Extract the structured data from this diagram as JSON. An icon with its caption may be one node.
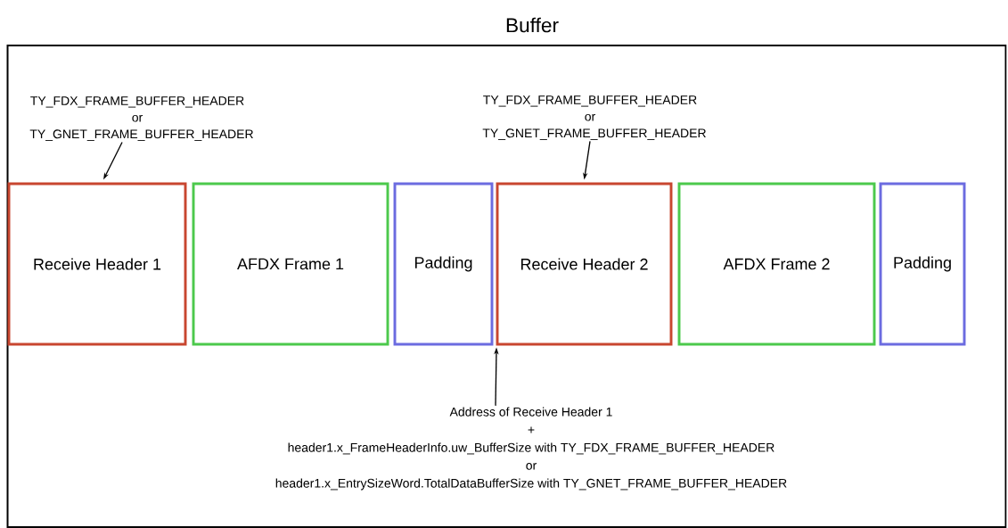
{
  "diagram": {
    "nodes": [
      {
        "text": [
          "Buffer"
        ]
      },
      {
        "text": [
          "TY_FDX_FRAME_BUFFER_HEADER or TY_GNET_FRAME_BUFFER_HEADER"
        ],
        "in": 0
      },
      {
        "text": [
          "TY_FDX_FRAME_BUFFER_HEADER or TY_GNET_FRAME_BUFFER_HEADER"
        ],
        "in": 0
      },
      {
        "text": [
          "Receive Header 1"
        ],
        "in": 0
      },
      {
        "text": [
          "AFDX Frame 1"
        ],
        "in": 0
      },
      {
        "text": [
          "Padding"
        ],
        "in": 0
      },
      {
        "text": [
          "Receive Header 2"
        ],
        "in": 0
      },
      {
        "text": [
          "AFDX Frame 2"
        ],
        "in": 0
      },
      {
        "text": [
          "Padding"
        ],
        "in": 0
      },
      {
        "text": [
          "Address of Receive Header 1",
          "+",
          "header1.x_FrameHeaderInfo.uw_BufferSize with TY_FDX_FRAME_BUFFER_HEADER",
          "or",
          "header1.x_EntrySizeWord.TotalDataBufferSize with TY_GNET_FRAME_BUFFER_HEADER"
        ],
        "in": 0
      }
    ],
    "edges": [
      {
        "from": 1,
        "to": 3,
        "arrow": "to"
      },
      {
        "from": 2,
        "to": 6,
        "arrow": "to"
      },
      {
        "from": 9,
        "to": 6,
        "arrow": "to"
      }
    ]
  }
}
